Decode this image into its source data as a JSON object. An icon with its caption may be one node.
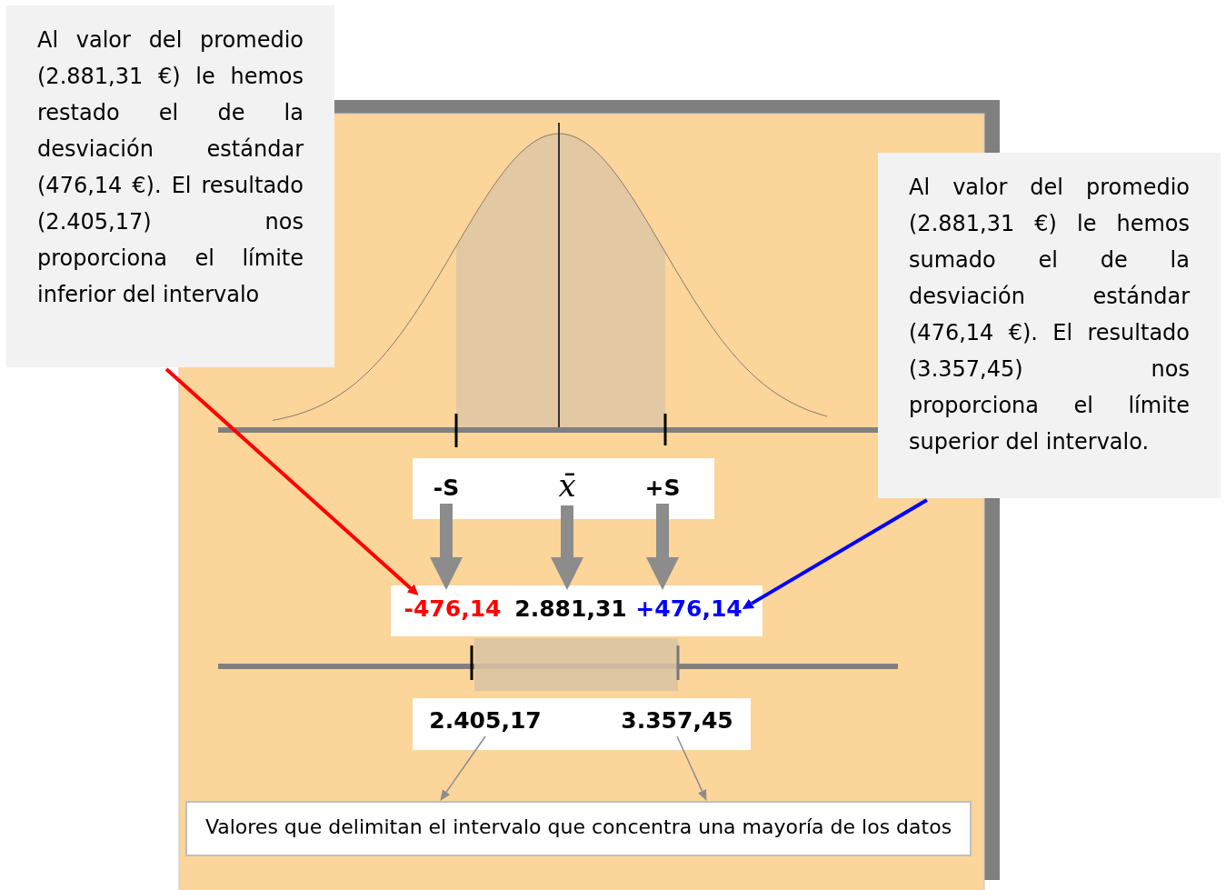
{
  "diagram": {
    "nodes": [
      {
        "text": [
          "Al valor del promedio (2.881,31 €) le hemos restado el de la desviación estándar (476,14 €). El resultado (2.405,17) nos proporciona el límite inferior del intervalo"
        ]
      },
      {
        "text": [
          "Al valor del promedio (2.881,31 €) le hemos sumado el de la desviación estándar (476,14 €). El resultado (3.357,45) nos proporciona el límite superior del intervalo."
        ]
      },
      {
        "text": [],
        "shape": "box"
      },
      {
        "text": [
          "-S"
        ],
        "in": 2
      },
      {
        "text": [
          "x̄"
        ],
        "in": 2
      },
      {
        "text": [
          "+S"
        ],
        "in": 2
      },
      {
        "text": [],
        "shape": "box"
      },
      {
        "text": [
          "-476,14"
        ],
        "in": 6
      },
      {
        "text": [
          "2.881,31"
        ],
        "in": 6
      },
      {
        "text": [
          "+476,14"
        ],
        "in": 6
      },
      {
        "text": [],
        "shape": "box"
      },
      {
        "text": [
          "2.405,17"
        ],
        "in": 10
      },
      {
        "text": [
          "3.357,45"
        ],
        "in": 10
      },
      {
        "text": [
          "Valores que delimitan el intervalo que concentra una mayoría de los datos"
        ]
      }
    ],
    "edges": [
      {
        "from": 0,
        "to": 7,
        "arrow": "to",
        "color": "#ff0000"
      },
      {
        "from": 1,
        "to": 9,
        "arrow": "to",
        "color": "#0000ff"
      },
      {
        "from": 3,
        "to": 7,
        "arrow": "to",
        "style": "thick"
      },
      {
        "from": 4,
        "to": 8,
        "arrow": "to",
        "style": "thick"
      },
      {
        "from": 5,
        "to": 9,
        "arrow": "to",
        "style": "thick"
      },
      {
        "from": 11,
        "to": 13,
        "arrow": "to"
      },
      {
        "from": 12,
        "to": 13,
        "arrow": "to"
      }
    ]
  }
}
